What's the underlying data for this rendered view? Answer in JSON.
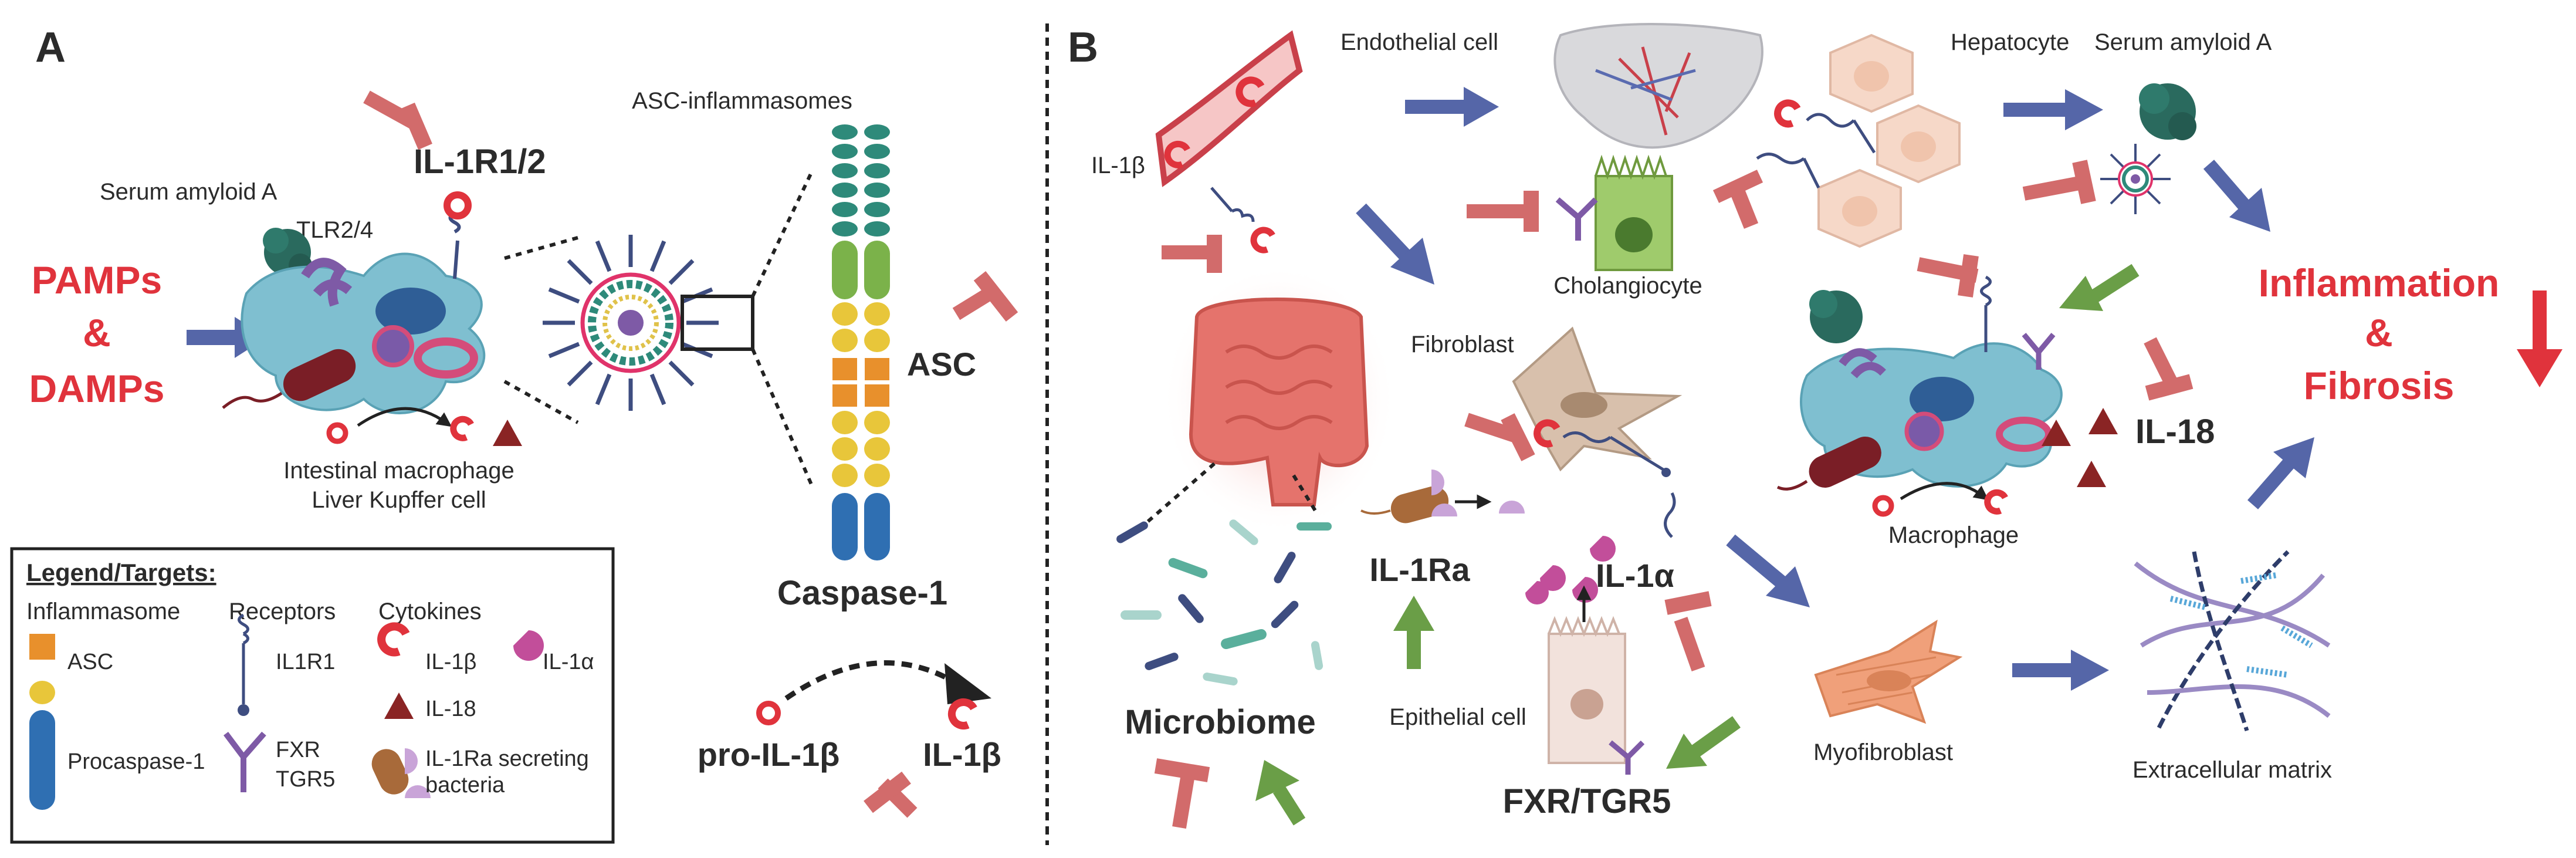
{
  "panel_a": {
    "letter": "A",
    "pamps": "PAMPs",
    "amp": "&",
    "damps": "DAMPs",
    "serum_amyloid": "Serum amyloid A",
    "tlr": "TLR2/4",
    "il1r": "IL-1R1/2",
    "asc_inflammasomes": "ASC-inflammasomes",
    "asc": "ASC",
    "caspase": "Caspase-1",
    "macrophage_1": "Intestinal macrophage",
    "macrophage_2": "Liver Kupffer cell",
    "pro_il1b": "pro-IL-1β",
    "il1b": "IL-1β"
  },
  "legend": {
    "title": "Legend/Targets:",
    "col_inflammasome": "Inflammasome",
    "col_receptors": "Receptors",
    "col_cytokines": "Cytokines",
    "asc": "ASC",
    "procaspase": "Procaspase-1",
    "il1r1": "IL1R1",
    "fxr": "FXR",
    "tgr5": "TGR5",
    "il1b": "IL-1β",
    "il1a": "IL-1α",
    "il18": "IL-18",
    "il1ra_1": "IL-1Ra secreting",
    "il1ra_2": "bacteria"
  },
  "panel_b": {
    "letter": "B",
    "endothelial": "Endothelial cell",
    "il1b": "IL-1β",
    "hepatocyte": "Hepatocyte",
    "serum_amyloid": "Serum amyloid A",
    "cholangiocyte": "Cholangiocyte",
    "fibroblast": "Fibroblast",
    "il1ra": "IL-1Ra",
    "il1a": "IL-1α",
    "epithelial": "Epithelial cell",
    "fxr_tgr5": "FXR/TGR5",
    "microbiome": "Microbiome",
    "myofibroblast": "Myofibroblast",
    "ecm": "Extracellular matrix",
    "macrophage": "Macrophage",
    "il18": "IL-18",
    "inflammation": "Inflammation",
    "amp": "&",
    "fibrosis": "Fibrosis"
  }
}
